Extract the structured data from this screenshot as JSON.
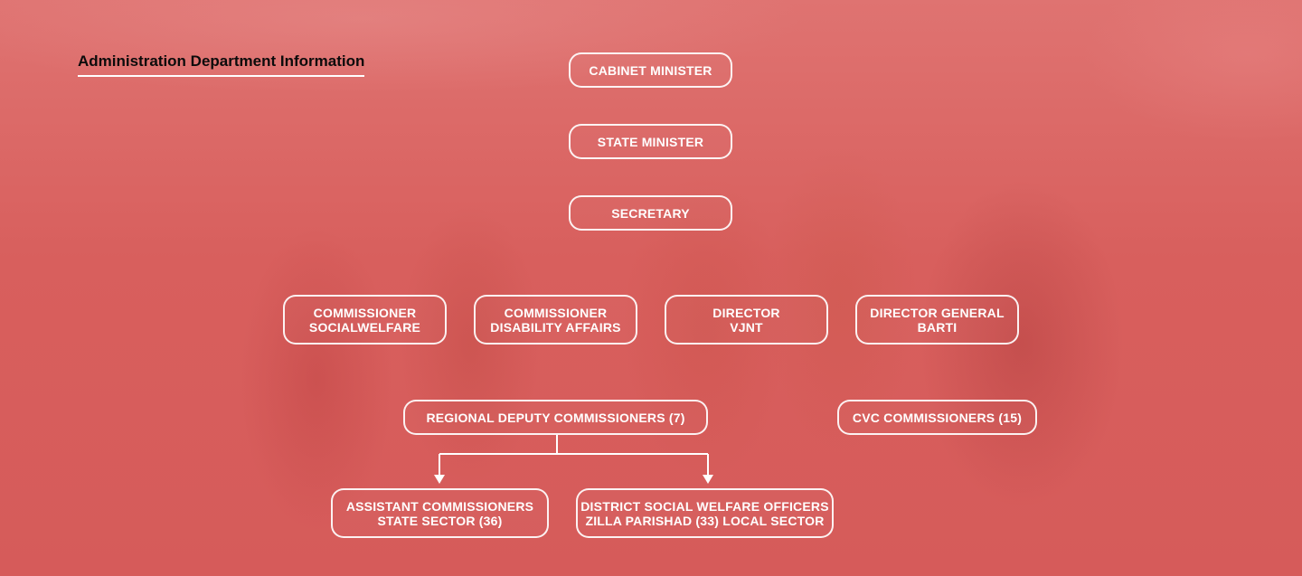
{
  "page": {
    "heading": "Administration Department Information"
  },
  "chart": {
    "level1": "CABINET MINISTER",
    "level2": "STATE MINISTER",
    "level3": "SECRETARY",
    "commissioners": [
      {
        "line1": "COMMISSIONER",
        "line2": "SOCIALWELFARE"
      },
      {
        "line1": "COMMISSIONER",
        "line2": "DISABILITY AFFAIRS"
      },
      {
        "line1": "DIRECTOR",
        "line2": "VJNT"
      },
      {
        "line1": "DIRECTOR GENERAL",
        "line2": "BARTI"
      }
    ],
    "regional": "REGIONAL DEPUTY COMMISSIONERS (7)",
    "cvc": "CVC COMMISSIONERS (15)",
    "assistant": {
      "line1": "ASSISTANT COMMISSIONERS",
      "line2": "STATE SECTOR (36)"
    },
    "district": {
      "line1": "DISTRICT SOCIAL WELFARE OFFICERS",
      "line2": "ZILLA PARISHAD (33) LOCAL SECTOR"
    }
  },
  "colors": {
    "background": "#d9625f",
    "border": "#ffffff",
    "text": "#ffffff",
    "heading": "#0b0b0b"
  }
}
